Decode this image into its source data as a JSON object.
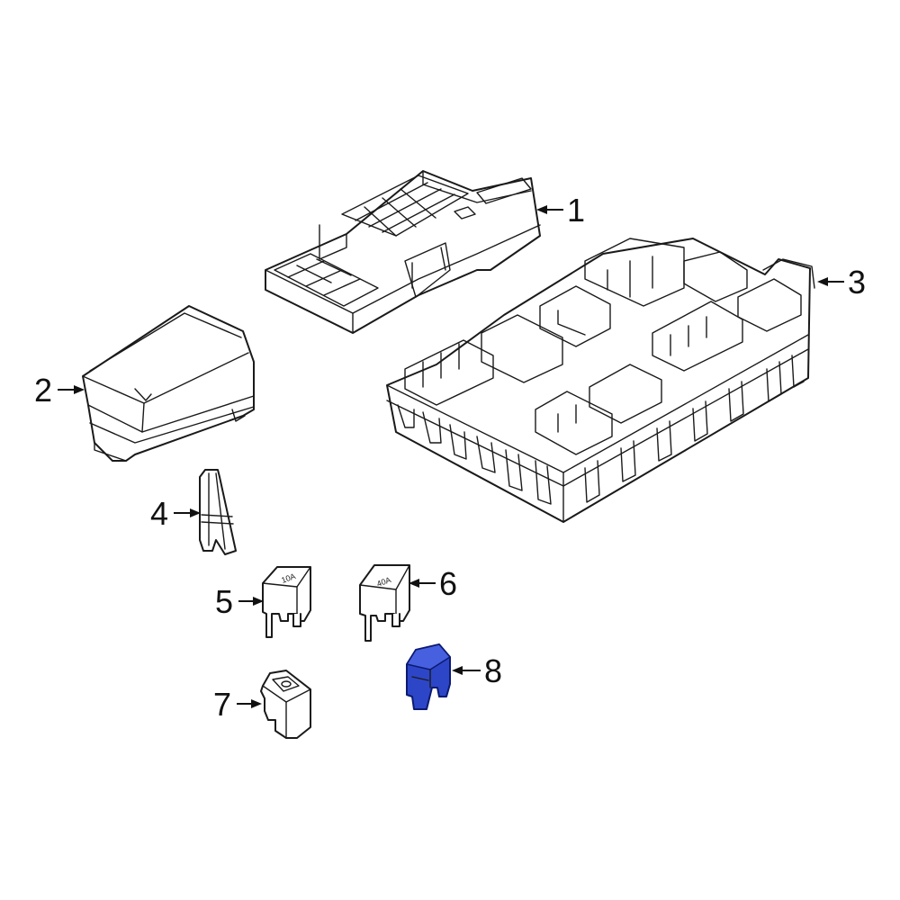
{
  "colors": {
    "highlight": "#2d46c8",
    "line": "#1a1a1a",
    "background": "#ffffff"
  },
  "callouts": [
    {
      "number": "1"
    },
    {
      "number": "2"
    },
    {
      "number": "3"
    },
    {
      "number": "4"
    },
    {
      "number": "5"
    },
    {
      "number": "6"
    },
    {
      "number": "7"
    },
    {
      "number": "8"
    }
  ],
  "fuse_labels": {
    "part5": "10A",
    "part6": "40A"
  },
  "highlighted_part": "8"
}
